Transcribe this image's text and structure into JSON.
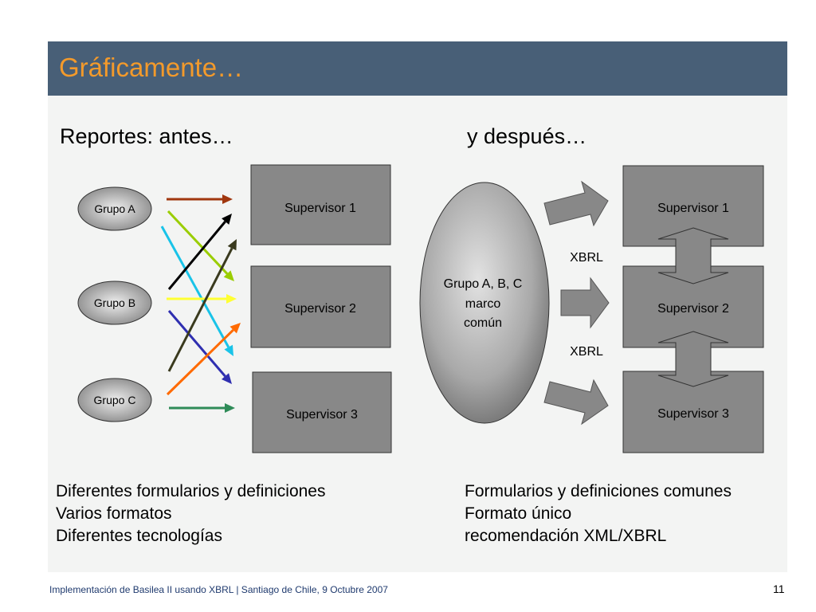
{
  "title": "Gráficamente…",
  "headings": {
    "before": "Reportes: antes…",
    "after": "y después…"
  },
  "before": {
    "groups": [
      "Grupo A",
      "Grupo B",
      "Grupo C"
    ],
    "supervisors": [
      "Supervisor 1",
      "Supervisor 2",
      "Supervisor 3"
    ],
    "arrow_colors": [
      "#a0360e",
      "#9acd00",
      "#19c3e8",
      "#000000",
      "#ffff33",
      "#2f2fb0",
      "#3a3a1e",
      "#ff6a00",
      "#2e8b57"
    ]
  },
  "after": {
    "common": [
      "Grupo A, B, C",
      "marco",
      "común"
    ],
    "supervisors": [
      "Supervisor 1",
      "Supervisor 2",
      "Supervisor 3"
    ],
    "xbrl_labels": [
      "XBRL",
      "XBRL"
    ]
  },
  "bullets_before": [
    "Diferentes formularios y definiciones",
    "Varios formatos",
    "Diferentes tecnologías"
  ],
  "bullets_after": [
    "Formularios y definiciones comunes",
    "Formato único",
    "recomendación XML/XBRL"
  ],
  "footer": "Implementación de Basilea II usando XBRL | Santiago de Chile, 9 Octubre 2007",
  "page_number": "11",
  "colors": {
    "title_bar": "#485f77",
    "title_text": "#f39a2b",
    "box_fill": "#888888",
    "content_bg": "#f3f4f3"
  }
}
